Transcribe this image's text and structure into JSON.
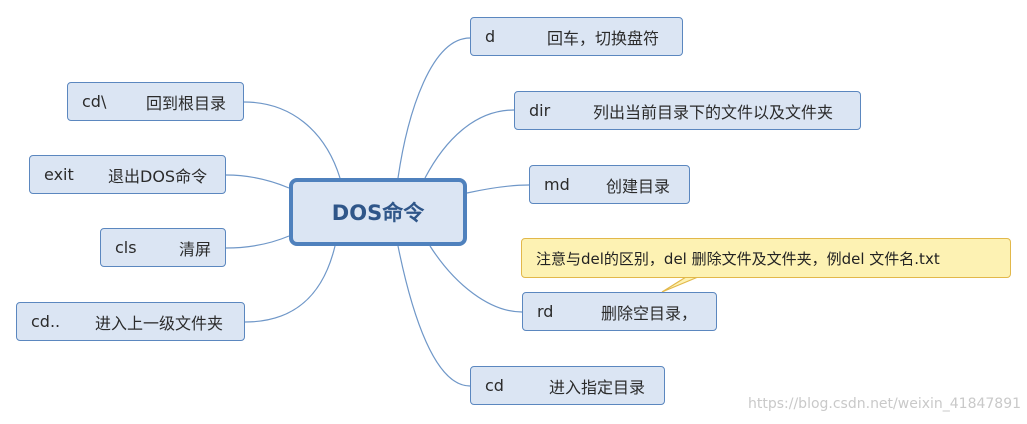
{
  "center": {
    "label": "DOS命令"
  },
  "left_nodes": [
    {
      "id": "cd-root",
      "cmd": "cd\\",
      "desc": "回到根目录"
    },
    {
      "id": "exit",
      "cmd": "exit",
      "desc": "退出DOS命令"
    },
    {
      "id": "cls",
      "cmd": "cls",
      "desc": "清屏"
    },
    {
      "id": "cd-up",
      "cmd": "cd..",
      "desc": "进入上一级文件夹"
    }
  ],
  "right_nodes": [
    {
      "id": "d",
      "cmd": "d",
      "desc": "回车，切换盘符"
    },
    {
      "id": "dir",
      "cmd": "dir",
      "desc": "列出当前目录下的文件以及文件夹"
    },
    {
      "id": "md",
      "cmd": "md",
      "desc": "创建目录"
    },
    {
      "id": "rd",
      "cmd": "rd",
      "desc": "删除空目录，"
    },
    {
      "id": "cd",
      "cmd": "cd",
      "desc": "进入指定目录"
    }
  ],
  "callout": {
    "text": "注意与del的区别，del  删除文件及文件夹，例del 文件名.txt"
  },
  "watermark": {
    "text": "https://blog.csdn.net/weixin_41847891"
  },
  "colors": {
    "node_fill": "#dbe5f3",
    "node_border": "#5b87bf",
    "center_border": "#4f81bd",
    "center_text": "#2f5689",
    "link": "#6f97c8",
    "callout_fill": "#fdf2b3",
    "callout_border": "#e2b84a"
  }
}
